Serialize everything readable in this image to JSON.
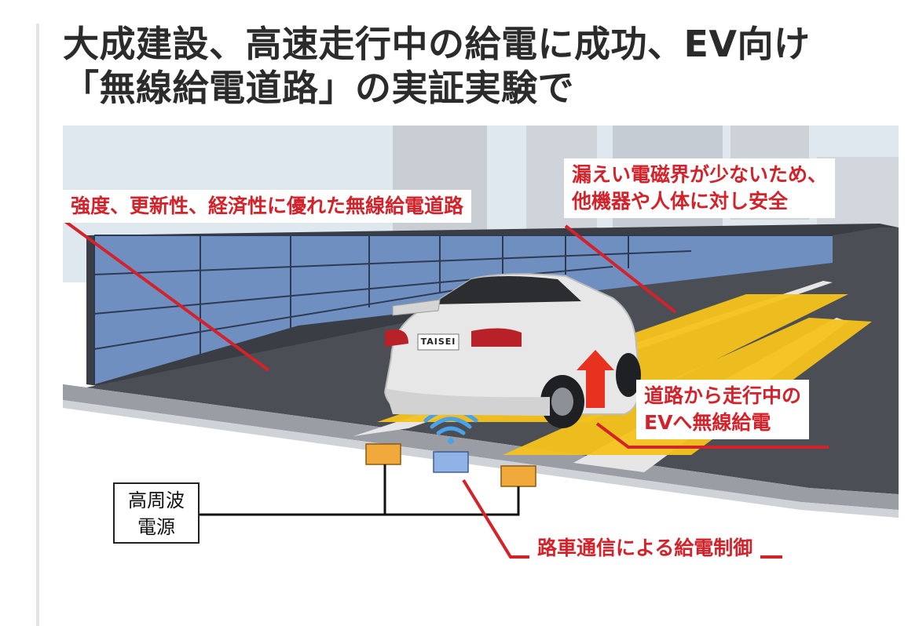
{
  "article": {
    "headline_line1": "大成建設、高速走行中の給電に成功、EV向け",
    "headline_line2": "「無線給電道路」の実証実験で"
  },
  "figure": {
    "callout_road": "強度、更新性、経済性に優れた無線給電道路",
    "callout_safety_line1": "漏えい電磁界が少ないため、",
    "callout_safety_line2": "他機器や人体に対し安全",
    "callout_ev_line1": "道路から走行中の",
    "callout_ev_line2": "EVへ無線給電",
    "callout_comm": "路車通信による給電制御",
    "power_line1": "高周波",
    "power_line2": "電源",
    "plate_text": "TAISEI",
    "colors": {
      "callout_red": "#d3222a",
      "coil_orange": "#f2a93b",
      "wifi_blue": "#4aa3e8",
      "lane_yellow": "#f5c21b"
    }
  }
}
